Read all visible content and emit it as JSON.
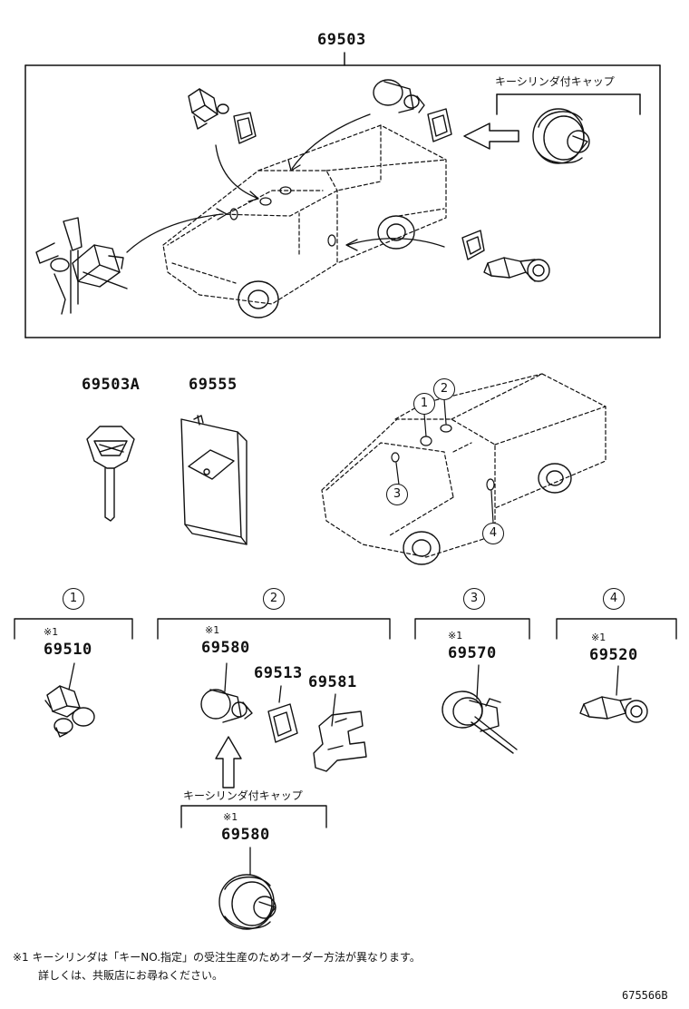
{
  "main_assembly": {
    "part_no": "69503",
    "cap_label": "キーシリンダ付キャップ"
  },
  "parts": {
    "key": "69503A",
    "key_case": "69555",
    "cyl_1": "69510",
    "cyl_2": "69580",
    "gasket_2": "69513",
    "retainer_2": "69581",
    "cyl_3": "69570",
    "cyl_4": "69520",
    "cap_2": "69580"
  },
  "callouts": [
    "1",
    "2",
    "3",
    "4"
  ],
  "sections": [
    {
      "num": "1",
      "mark": "※1"
    },
    {
      "num": "2",
      "mark": "※1"
    },
    {
      "num": "3",
      "mark": "※1"
    },
    {
      "num": "4",
      "mark": "※1"
    }
  ],
  "cap_section": {
    "label": "キーシリンダ付キャップ",
    "mark": "※1"
  },
  "footnote": {
    "line1": "※1 キーシリンダは「キーNO.指定」の受注生産のためオーダー方法が異なります。",
    "line2": "詳しくは、共販店にお尋ねください。"
  },
  "ref_code": "675566B"
}
